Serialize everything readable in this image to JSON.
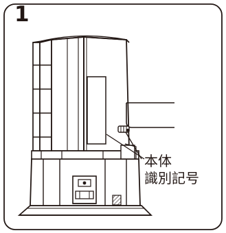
{
  "step": {
    "number": "1"
  },
  "callout": {
    "line1": "本体",
    "line2": "識別記号"
  },
  "colors": {
    "stroke": "#231815",
    "background": "#ffffff",
    "fill_dark": "#231815",
    "fill_light": "#ffffff"
  },
  "icons": {
    "screw": "screw-icon",
    "mark": "hatched-mark-icon"
  }
}
